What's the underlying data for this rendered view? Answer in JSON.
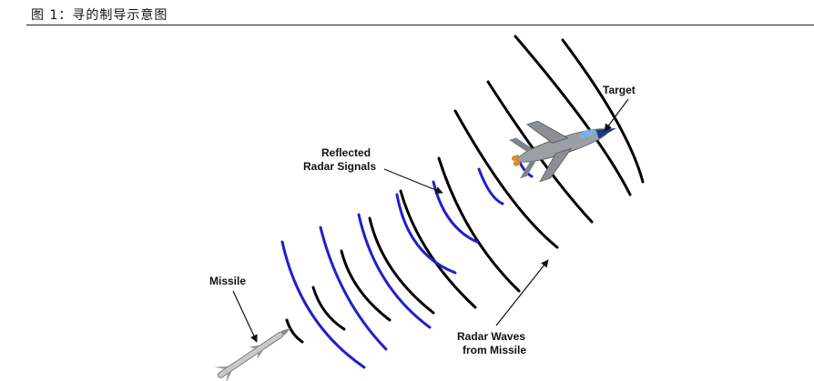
{
  "caption": "图 1：寻的制导示意图",
  "labels": {
    "target": "Target",
    "reflected_line1": "Reflected",
    "reflected_line2": "Radar Signals",
    "missile": "Missile",
    "radar_waves_line1": "Radar Waves",
    "radar_waves_line2": "from Missile"
  },
  "colors": {
    "radar_waves": "#000000",
    "reflected_signals": "#2020c8",
    "jet_body": "#9aa0a6",
    "jet_nose": "#1a3a8a",
    "missile_body": "#c8c8c8"
  },
  "icons": {
    "missile": "missile-icon",
    "target": "fighter-jet-icon"
  }
}
